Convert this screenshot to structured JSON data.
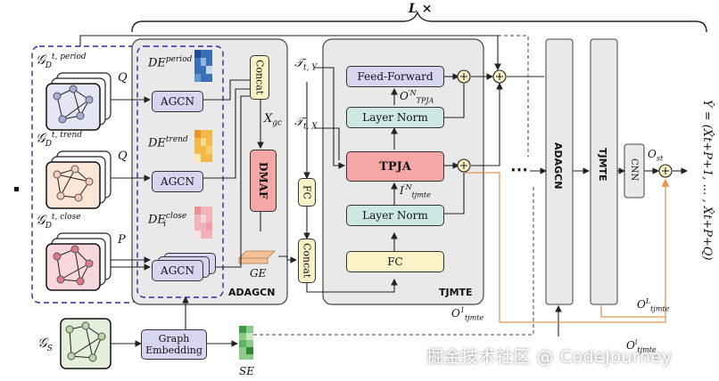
{
  "repeat_label": "L ×",
  "graphs": {
    "period": "𝒢",
    "period_sub": "D",
    "period_sup": "t, period",
    "trend_sup": "t, trend",
    "close_sup": "t, close",
    "static": "𝒢",
    "static_sub": "S",
    "q1": "Q",
    "q2": "Q",
    "p": "P"
  },
  "adagcn": {
    "title": "ADAGCN",
    "agcn_label": "AGCN",
    "de_period": "DE",
    "de_period_sup": "period",
    "de_trend": "DE",
    "de_trend_sup": "trend",
    "de_close": "DE",
    "de_close_sub": "i",
    "de_close_sup": "close",
    "concat": "Concat",
    "xgc": "X",
    "xgc_sub": "gc",
    "dmaf": "DMAF",
    "ge": "GE"
  },
  "tjmte": {
    "title": "TJMTE",
    "ty": "𝒯",
    "ty_sub": "t, Y",
    "tx": "𝒯",
    "tx_sub": "t, X",
    "fc_left": "FC",
    "concat": "Concat",
    "feed_forward": "Feed-Forward",
    "layer_norm_top": "Layer Norm",
    "tpja": "TPJA",
    "layer_norm_bottom": "Layer Norm",
    "fc": "FC",
    "o_tpja": "O",
    "o_tpja_sup": "′N",
    "o_tpja_sub": "TPJA",
    "i_tjmte": "I",
    "i_tjmte_sup": "′N",
    "i_tjmte_sub": "tjmte",
    "o1": "O",
    "o1_sup": "1",
    "o1_sub": "tjmte"
  },
  "static_branch": {
    "graph_embedding": "Graph Embedding",
    "se": "SE"
  },
  "right_stack": {
    "dots": "⋯",
    "adagcn": "ADAGCN",
    "tjmte": "TJMTE",
    "cnn": "CNN",
    "ost": "O",
    "ost_sub": "st",
    "ol": "O",
    "ol_sup": "L",
    "ol_sub": "tjmte",
    "oi": "O",
    "oi_sup": "i",
    "oi_sub": "tjmte"
  },
  "output_formula": "Ŷ = (X̂t+P+1, … , X̂t+P+Q)",
  "watermark": "掘金技术社区 @ CodeJourney",
  "colors": {
    "agcn": "#d7d6f0",
    "feed_forward": "#d7d6f0",
    "graph_embedding": "#d7d6f0",
    "layer_norm": "#cde8e2",
    "concat": "#fbf3c6",
    "fc": "#fbf3c6",
    "dmaf": "#f4a7a5",
    "tpja": "#f4a7a5",
    "panel": "#e9e9e9",
    "dashed_border": "#2c2ca8",
    "orange_line": "#e3964e"
  }
}
